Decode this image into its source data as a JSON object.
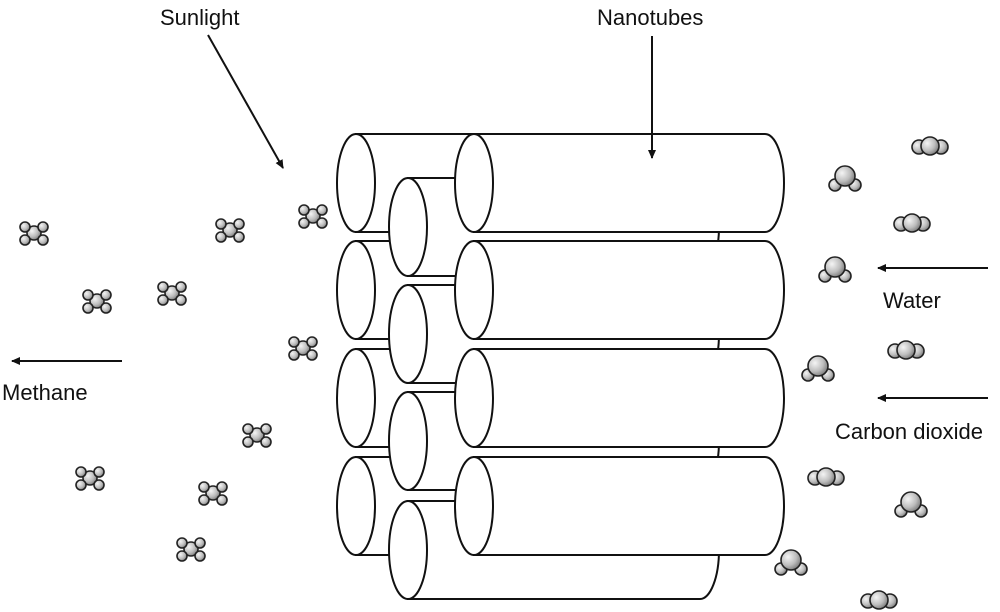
{
  "labels": {
    "sunlight": "Sunlight",
    "nanotubes": "Nanotubes",
    "water": "Water",
    "carbon_dioxide": "Carbon dioxide",
    "methane": "Methane"
  }
}
